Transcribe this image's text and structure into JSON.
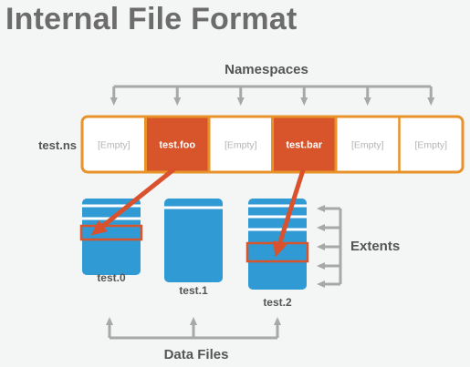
{
  "title": "Internal File Format",
  "namespaces": {
    "label": "Namespaces",
    "file_label": "test.ns",
    "slots": [
      {
        "label": "[Empty]",
        "highlighted": false
      },
      {
        "label": "test.foo",
        "highlighted": true
      },
      {
        "label": "[Empty]",
        "highlighted": false
      },
      {
        "label": "test.bar",
        "highlighted": true
      },
      {
        "label": "[Empty]",
        "highlighted": false
      },
      {
        "label": "[Empty]",
        "highlighted": false
      }
    ]
  },
  "data_files": {
    "label": "Data Files",
    "files": [
      {
        "label": "test.0",
        "extent_dividers": 2,
        "highlight_extent": 2
      },
      {
        "label": "test.1",
        "extent_dividers": 1,
        "highlight_extent": null
      },
      {
        "label": "test.2",
        "extent_dividers": 3,
        "highlight_extent": 3
      }
    ]
  },
  "extents_label": "Extents",
  "colors": {
    "accent_orange": "#e8922a",
    "highlight_red": "#d8542a",
    "file_blue": "#2f9ad4",
    "arrow_red": "#d9512d",
    "bracket_gray": "#a8a8a8",
    "empty_text": "#b4b4b4",
    "label_text": "#555555"
  }
}
